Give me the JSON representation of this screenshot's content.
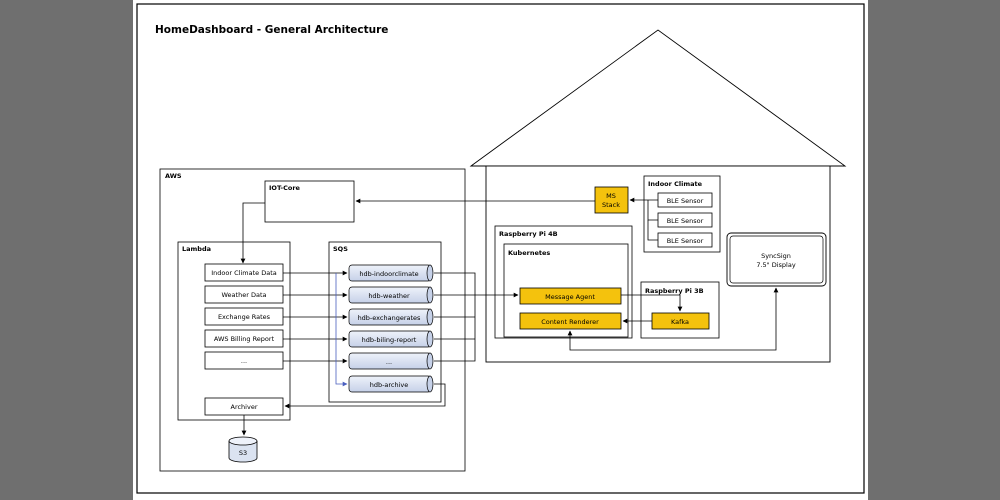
{
  "diagram": {
    "title": "HomeDashboard - General Architecture",
    "aws": {
      "label": "AWS",
      "iot_core": "IOT-Core",
      "lambda": {
        "label": "Lambda",
        "functions": [
          "Indoor Climate Data",
          "Weather Data",
          "Exchange Rates",
          "AWS Billing Report",
          "..."
        ],
        "archiver": "Archiver"
      },
      "sqs": {
        "label": "SQS",
        "queues": [
          "hdb-indoorclimate",
          "hdb-weather",
          "hdb-exchangerates",
          "hdb-biling-report",
          "...",
          "hdb-archive"
        ]
      },
      "s3": "S3"
    },
    "home": {
      "ms_stack": [
        "MS",
        "Stack"
      ],
      "indoor_climate": {
        "label": "Indoor Climate",
        "sensors": [
          "BLE Sensor",
          "BLE Sensor",
          "BLE Sensor"
        ]
      },
      "rpi4": {
        "label": "Raspberry Pi 4B",
        "kubernetes": "Kubernetes",
        "message_agent": "Message Agent",
        "content_renderer": "Content Renderer"
      },
      "rpi3": {
        "label": "Raspberry Pi 3B",
        "kafka": "Kafka"
      },
      "display": [
        "SyncSign",
        "7.5\" Display"
      ]
    },
    "colors": {
      "accent_box": "#f4c20d",
      "queue_fill": "#dbe3f1",
      "sidebar": "#6f6f6f",
      "archive_arrow": "#4a5fbf"
    }
  }
}
